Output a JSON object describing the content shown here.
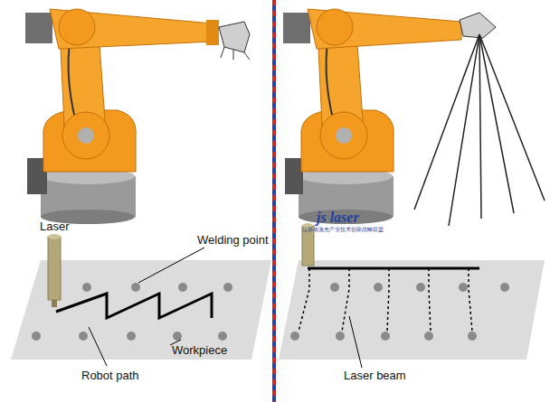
{
  "diagram": {
    "labels": [
      "Laser",
      "Welding point",
      "Workpiece",
      "Robot path",
      "js laser",
      "江苏省激光产业技术创新战略联盟",
      "Laser beam"
    ]
  }
}
